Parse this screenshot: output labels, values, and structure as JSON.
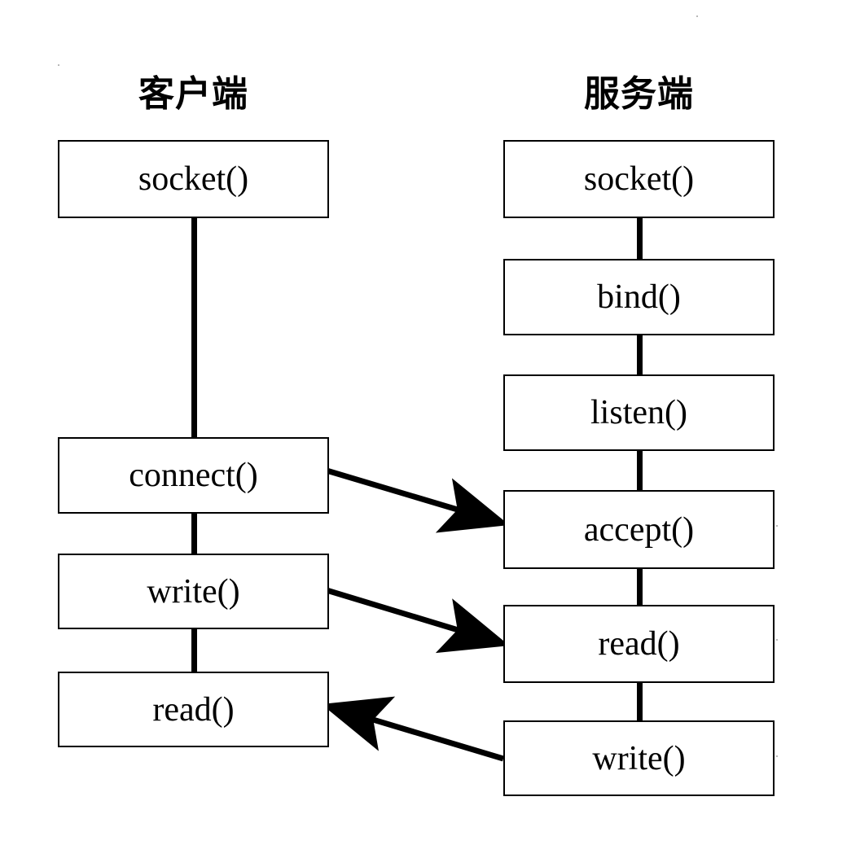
{
  "diagram": {
    "type": "sequence-flow",
    "title_client": "客户端",
    "title_server": "服务端",
    "line_color": "#000000",
    "box_fill": "#ffffff",
    "columns": [
      {
        "id": "client",
        "heading": "客户端",
        "nodes": [
          {
            "id": "client-socket",
            "label": "socket()"
          },
          {
            "id": "client-connect",
            "label": "connect()"
          },
          {
            "id": "client-write",
            "label": "write()"
          },
          {
            "id": "client-read",
            "label": "read()"
          }
        ]
      },
      {
        "id": "server",
        "heading": "服务端",
        "nodes": [
          {
            "id": "server-socket",
            "label": "socket()"
          },
          {
            "id": "server-bind",
            "label": "bind()"
          },
          {
            "id": "server-listen",
            "label": "listen()"
          },
          {
            "id": "server-accept",
            "label": "accept()"
          },
          {
            "id": "server-read",
            "label": "read()"
          },
          {
            "id": "server-write",
            "label": "write()"
          }
        ]
      }
    ],
    "messages": [
      {
        "id": "connect-to-accept",
        "from": "client-connect",
        "to": "server-accept",
        "direction": "right"
      },
      {
        "id": "write-to-read",
        "from": "client-write",
        "to": "server-read",
        "direction": "right"
      },
      {
        "id": "write-to-read-back",
        "from": "server-write",
        "to": "client-read",
        "direction": "left"
      }
    ]
  }
}
